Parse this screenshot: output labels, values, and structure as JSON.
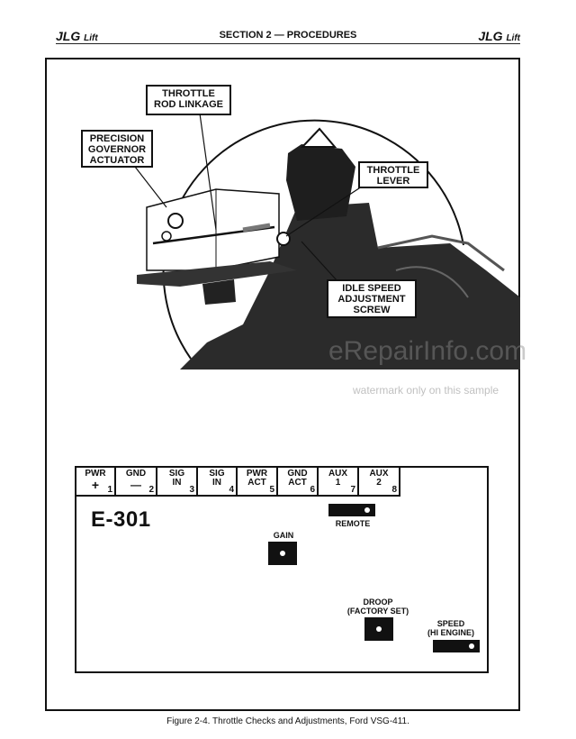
{
  "header": {
    "brand_left": "JLG",
    "brand_left_sub": "Lift",
    "section": "SECTION 2 — PROCEDURES",
    "brand_right": "JLG",
    "brand_right_sub": "Lift"
  },
  "callouts": {
    "throttle_rod": [
      "THROTTLE",
      "ROD LINKAGE"
    ],
    "governor": [
      "PRECISION",
      "GOVERNOR",
      "ACTUATOR"
    ],
    "throttle_lever": [
      "THROTTLE",
      "LEVER"
    ],
    "idle_speed": [
      "IDLE SPEED",
      "ADJUSTMENT",
      "SCREW"
    ]
  },
  "panel": {
    "model": "E-301",
    "terminals": [
      {
        "top": "PWR",
        "bottom": "+",
        "num": "1"
      },
      {
        "top": "GND",
        "bottom": "—",
        "num": "2"
      },
      {
        "top": "SIG",
        "bottom": "IN",
        "num": "3"
      },
      {
        "top": "SIG",
        "bottom": "IN",
        "num": "4"
      },
      {
        "top": "PWR",
        "bottom": "ACT",
        "num": "5"
      },
      {
        "top": "GND",
        "bottom": "ACT",
        "num": "6"
      },
      {
        "top": "AUX",
        "bottom": "1",
        "num": "7"
      },
      {
        "top": "AUX",
        "bottom": "2",
        "num": "8"
      }
    ],
    "remote_label": "REMOTE",
    "gain_label": "GAIN",
    "droop_label": [
      "DROOP",
      "(FACTORY SET)"
    ],
    "speed_label": [
      "SPEED",
      "(HI ENGINE)"
    ]
  },
  "caption": "Figure 2-4. Throttle Checks and Adjustments, Ford VSG-411.",
  "watermark": {
    "main": "eRepairInfo.com",
    "sub": "watermark only on this sample"
  }
}
